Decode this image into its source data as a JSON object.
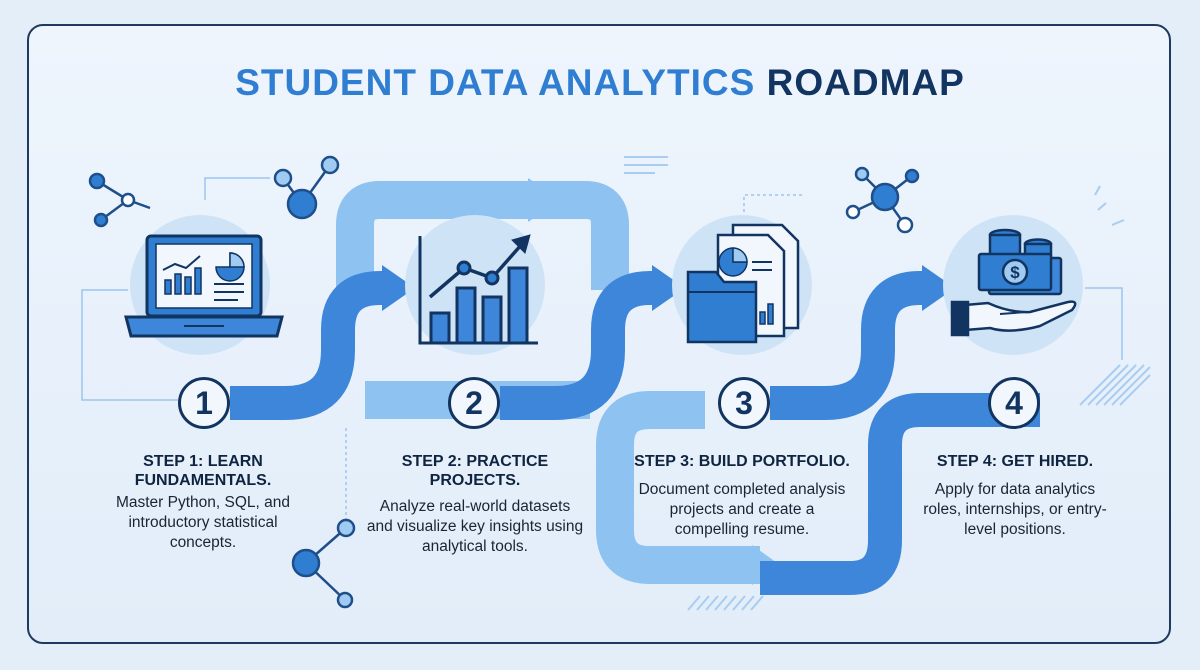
{
  "title": {
    "part1": "STUDENT DATA ANALYTICS",
    "part2": "ROADMAP"
  },
  "steps": [
    {
      "number": "1",
      "title": "STEP 1: LEARN FUNDAMENTALS.",
      "description": "Master Python, SQL, and introductory statistical concepts.",
      "icon": "laptop-chart-icon"
    },
    {
      "number": "2",
      "title": "STEP 2: PRACTICE PROJECTS.",
      "description": "Analyze real-world datasets and visualize key insights using analytical tools.",
      "icon": "bar-chart-trend-icon"
    },
    {
      "number": "3",
      "title": "STEP 3: BUILD PORTFOLIO.",
      "description": "Document completed analysis projects and create a compelling resume.",
      "icon": "portfolio-folder-icon"
    },
    {
      "number": "4",
      "title": "STEP 4: GET HIRED.",
      "description": "Apply for data analytics roles, internships, or entry-level positions.",
      "icon": "money-hand-icon"
    }
  ],
  "colors": {
    "accent": "#2f7ed1",
    "dark": "#123460",
    "arrow_main": "#3d86d9",
    "arrow_light": "#8ec2f0",
    "icon_bg": "#cfe3f7"
  }
}
